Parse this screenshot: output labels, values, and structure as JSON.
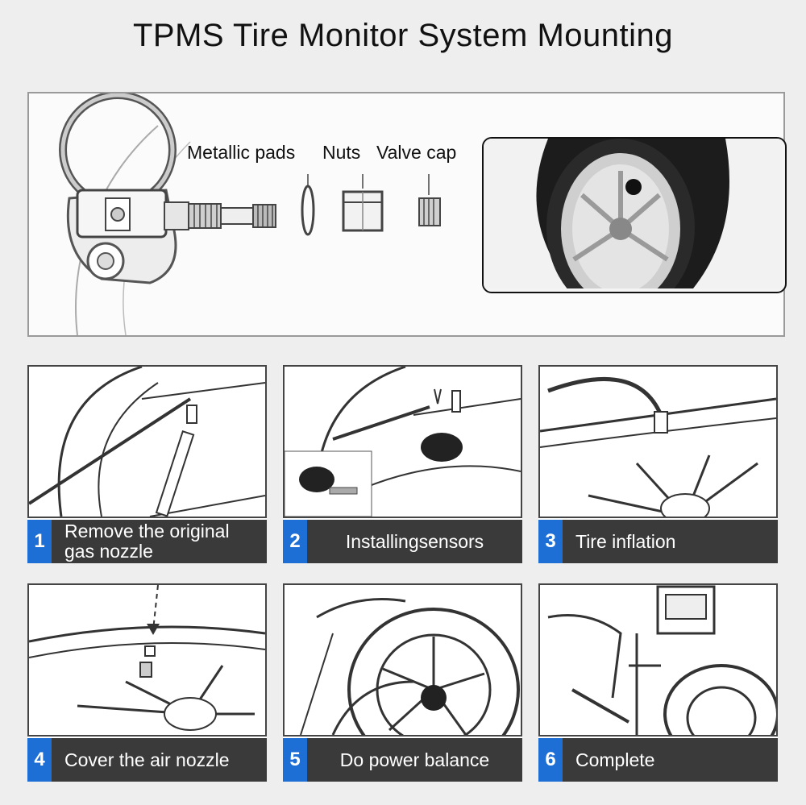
{
  "title": "TPMS Tire Monitor System Mounting",
  "parts": {
    "metallic_pads": "Metallic pads",
    "nuts": "Nuts",
    "valve_cap": "Valve cap"
  },
  "steps": [
    {
      "number": "1",
      "caption": "Remove the original gas nozzle"
    },
    {
      "number": "2",
      "caption": "Installingsensors"
    },
    {
      "number": "3",
      "caption": "Tire inflation"
    },
    {
      "number": "4",
      "caption": "Cover the air nozzle"
    },
    {
      "number": "5",
      "caption": "Do power balance"
    },
    {
      "number": "6",
      "caption": "Complete"
    }
  ],
  "colors": {
    "accent": "#1d6fd6",
    "caption_bar": "#3a3a3a",
    "background": "#eeeeee"
  }
}
